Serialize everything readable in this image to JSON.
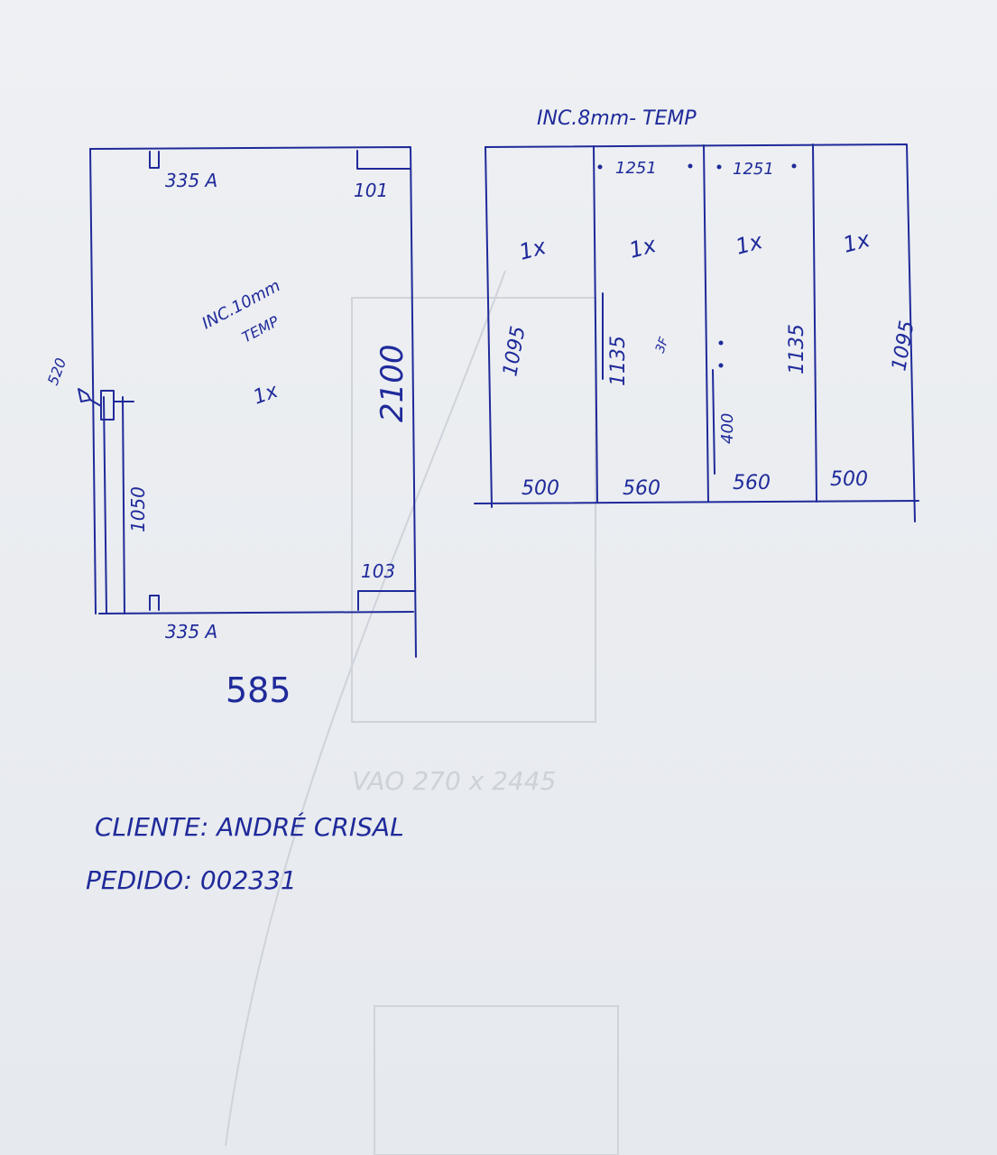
{
  "left_panel": {
    "top_label": "335 A",
    "bottom_label": "335 A",
    "top_right_label": "101",
    "bottom_right_label": "103",
    "height_label": "2100",
    "side_height_label": "1050",
    "handle_label": "520",
    "glass_line1": "INC.10mm",
    "glass_line2": "TEMP",
    "qty": "1x",
    "width_label": "585"
  },
  "right_panel": {
    "title": "INC.8mm- TEMP",
    "sections": [
      {
        "qty": "1x",
        "height": "1095",
        "width": "500",
        "top_label": ""
      },
      {
        "qty": "1x",
        "height": "1135",
        "width": "560",
        "top_label": "1251",
        "note": "3F"
      },
      {
        "qty": "1x",
        "height": "1135",
        "width": "560",
        "top_label": "1251",
        "note_left": "400"
      },
      {
        "qty": "1x",
        "height": "1095",
        "width": "500",
        "top_label": ""
      }
    ]
  },
  "footer": {
    "client": "CLIENTE: ANDRÉ CRISAL",
    "order": "PEDIDO: 002331"
  },
  "colors": {
    "ink": "#1f2a9a",
    "paper": "#eceef2",
    "ghost": "#cfd3da"
  }
}
